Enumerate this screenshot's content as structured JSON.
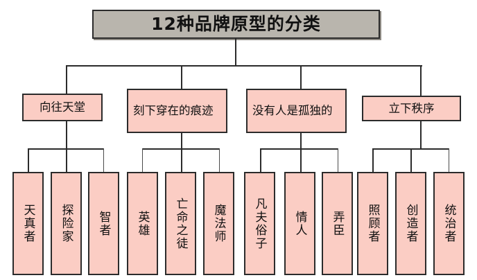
{
  "diagram": {
    "type": "organizational-tree",
    "title": "12种品牌原型的分类",
    "colors": {
      "title_fill": "#b9b5ad",
      "node_fill": "#fbcdc4",
      "border": "#2b2b2b",
      "text": "#111111",
      "background": "#ffffff"
    },
    "groups": [
      {
        "label": "向往天堂",
        "align": "center",
        "children": [
          {
            "label": "天真者"
          },
          {
            "label": "探险家"
          },
          {
            "label": "智者"
          }
        ]
      },
      {
        "label": "刻下穿在的痕迹",
        "align": "left",
        "children": [
          {
            "label": "英雄"
          },
          {
            "label": "亡命之徒"
          },
          {
            "label": "魔法师"
          }
        ]
      },
      {
        "label": "没有人是孤独的",
        "align": "left",
        "children": [
          {
            "label": "凡夫俗子"
          },
          {
            "label": "情人"
          },
          {
            "label": "弄臣"
          }
        ]
      },
      {
        "label": "立下秩序",
        "align": "center",
        "children": [
          {
            "label": "照顾者"
          },
          {
            "label": "创造者"
          },
          {
            "label": "统治者"
          }
        ]
      }
    ]
  }
}
